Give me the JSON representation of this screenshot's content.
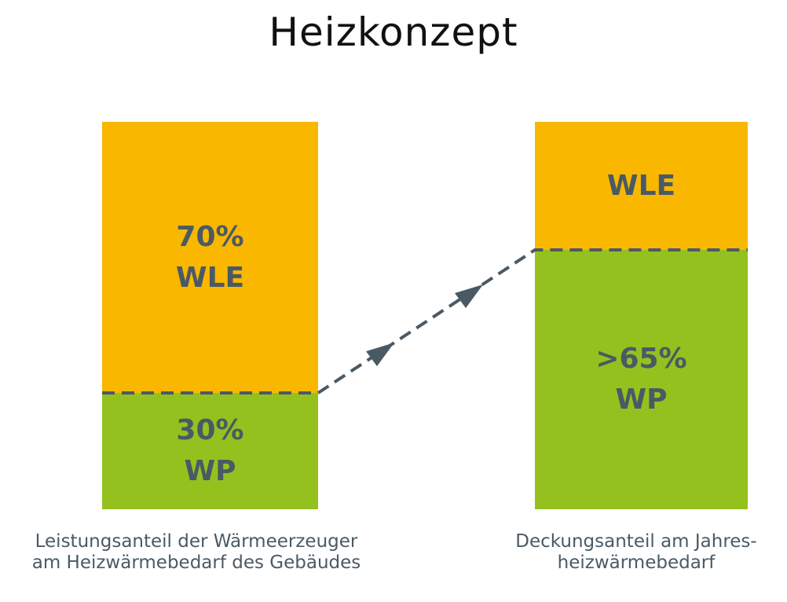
{
  "title": "Heizkonzept",
  "colors": {
    "orange": "#F9B700",
    "green": "#95C11F",
    "text": "#4A5A65",
    "line": "#4A5A65"
  },
  "left_bar": {
    "top": {
      "percent": "70%",
      "label": "WLE"
    },
    "bottom": {
      "percent": "30%",
      "label": "WP"
    },
    "caption_line1": "Leistungsanteil der Wärmeerzeuger",
    "caption_line2": "am Heizwärmebedarf des Gebäudes"
  },
  "right_bar": {
    "top": {
      "label": "WLE"
    },
    "bottom": {
      "percent": ">65%",
      "label": "WP"
    },
    "caption_line1": "Deckungsanteil am Jahres-",
    "caption_line2": "heizwärmebedarf"
  }
}
